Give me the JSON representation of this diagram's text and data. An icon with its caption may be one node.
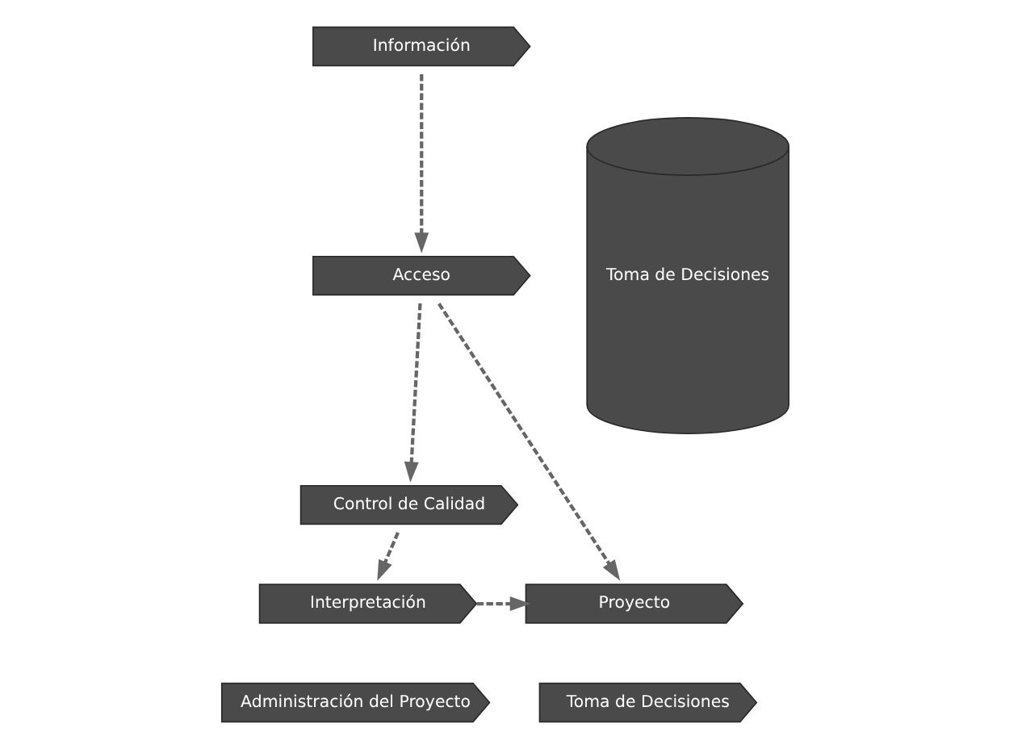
{
  "diagram": {
    "nodes": [
      {
        "text": [
          "Información"
        ]
      },
      {
        "text": [
          "Acceso"
        ]
      },
      {
        "text": [
          "Control de Calidad"
        ]
      },
      {
        "text": [
          "Interpretación"
        ]
      },
      {
        "text": [
          "Proyecto"
        ]
      },
      {
        "text": [
          "Administración del Proyecto"
        ]
      },
      {
        "text": [
          "Toma de Decisiones"
        ]
      },
      {
        "text": [
          "Toma de Decisiones"
        ]
      }
    ],
    "edges": [
      {
        "from": 0,
        "to": 1,
        "arrow": "to",
        "style": "dashed"
      },
      {
        "from": 1,
        "to": 2,
        "arrow": "to",
        "style": "dashed"
      },
      {
        "from": 1,
        "to": 4,
        "arrow": "to",
        "style": "dashed"
      },
      {
        "from": 2,
        "to": 3,
        "arrow": "to",
        "style": "dashed"
      },
      {
        "from": 3,
        "to": 4,
        "arrow": "to",
        "style": "dashed"
      }
    ]
  }
}
